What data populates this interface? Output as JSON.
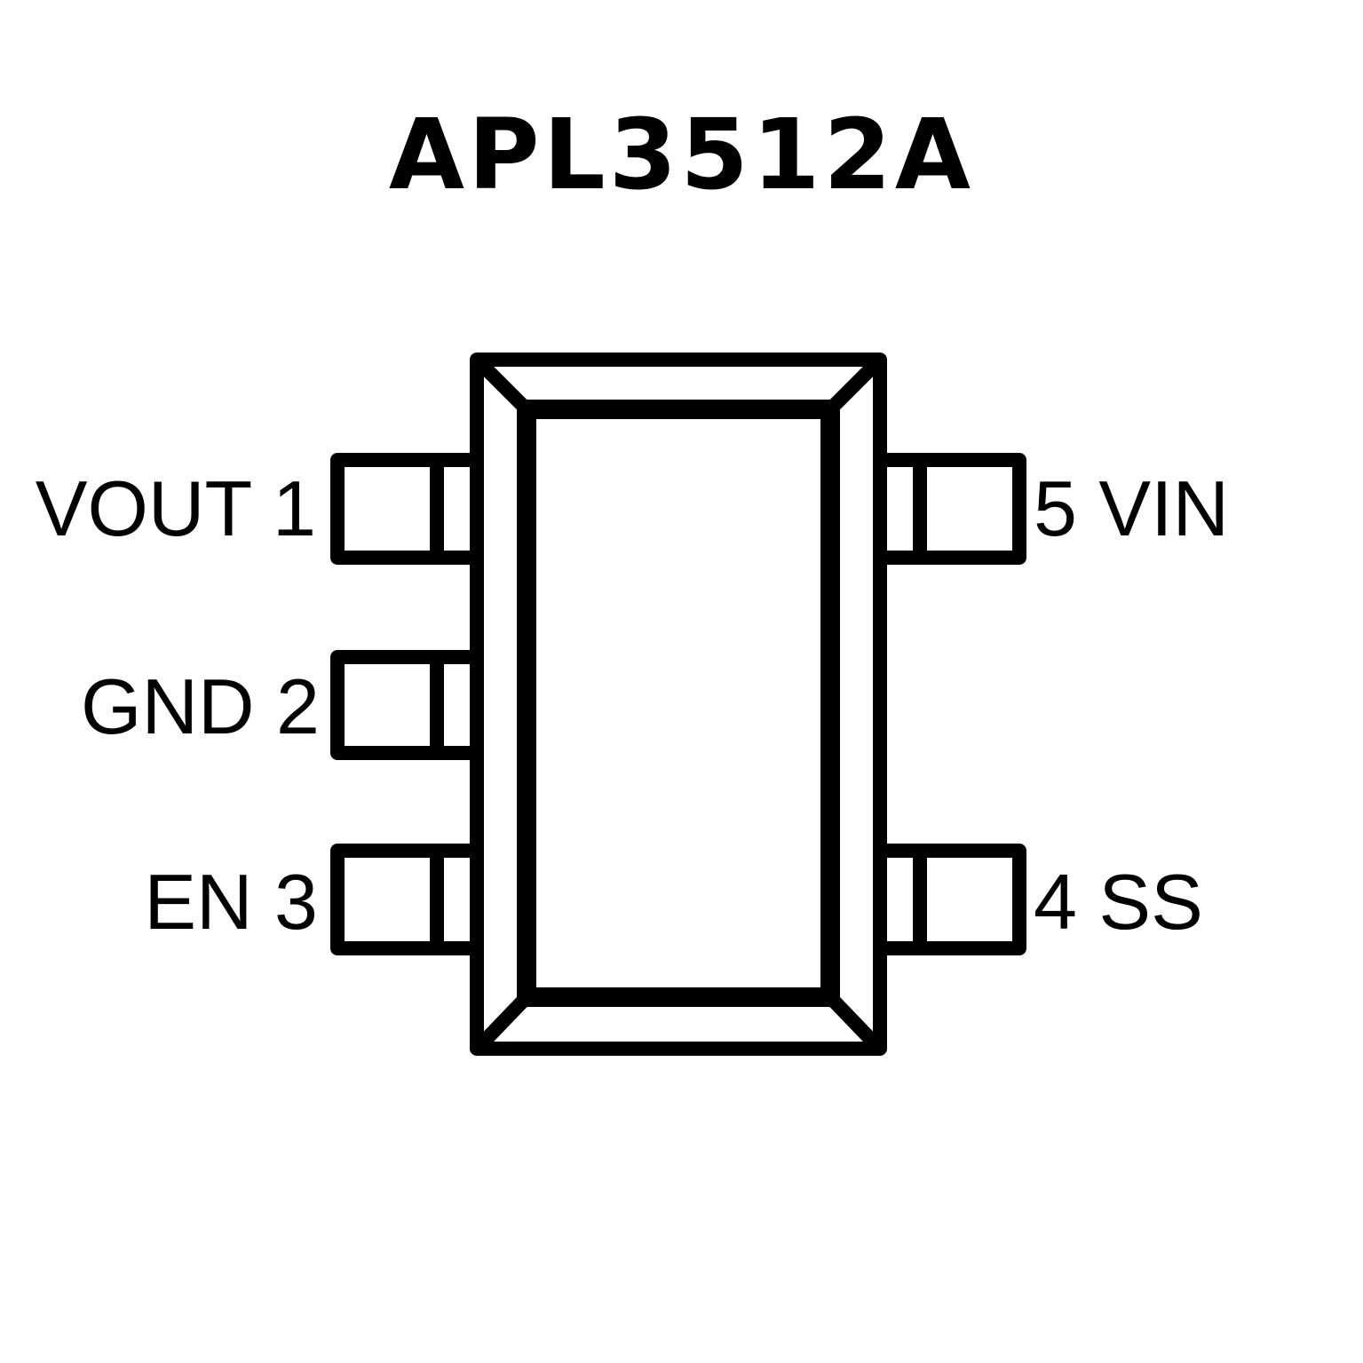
{
  "title": "APL3512A",
  "pins_left": [
    {
      "number": "1",
      "name": "VOUT",
      "label": "VOUT 1"
    },
    {
      "number": "2",
      "name": "GND",
      "label": "GND 2"
    },
    {
      "number": "3",
      "name": "EN",
      "label": "EN 3"
    }
  ],
  "pins_right": [
    {
      "number": "5",
      "name": "VIN",
      "label": "5 VIN"
    },
    {
      "number": "4",
      "name": "SS",
      "label": "4 SS"
    }
  ]
}
